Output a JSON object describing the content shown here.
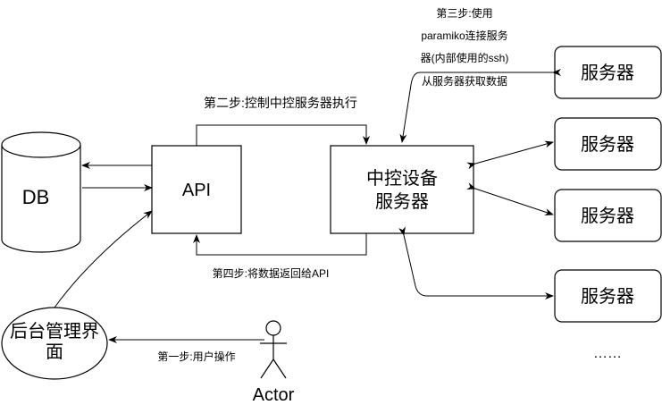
{
  "nodes": {
    "db": "DB",
    "api": "API",
    "center_line1": "中控设备",
    "center_line2": "服务器",
    "server1": "服务器",
    "server2": "服务器",
    "server3": "服务器",
    "server4": "服务器",
    "admin_line1": "后台管理界",
    "admin_line2": "面",
    "actor": "Actor",
    "ellipsis": "……"
  },
  "steps": {
    "step1": "第一步:用户操作",
    "step2": "第二步:控制中控服务器执行",
    "step3_line1": "第三步:使用",
    "step3_line2": "paramiko连接服务",
    "step3_line3": "器(内部使用的ssh)",
    "step3_line4": "从服务器获取数据",
    "step4": "第四步:将数据返回给API"
  }
}
